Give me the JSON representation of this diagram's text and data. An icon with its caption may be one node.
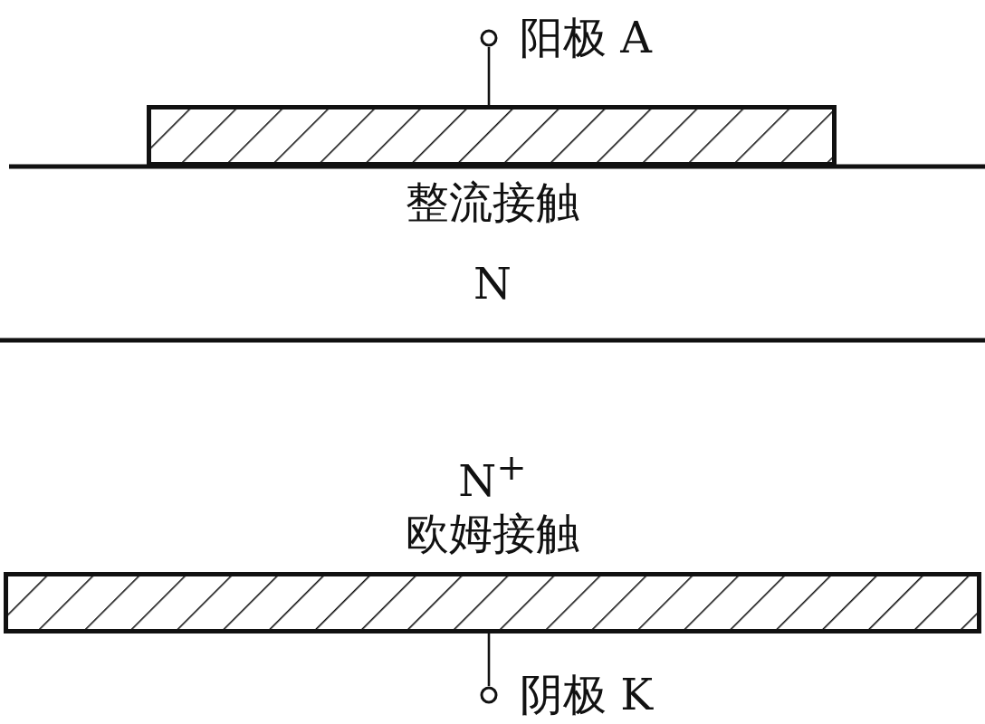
{
  "diagram": {
    "nodes": [
      {
        "text": [],
        "shape": "circle",
        "beside": [
          "阳极 A"
        ]
      },
      {
        "text": [],
        "shape": "box"
      },
      {
        "text": [],
        "shape": "box"
      },
      {
        "text": [],
        "shape": "circle",
        "beside": [
          "阴极 K"
        ]
      }
    ],
    "edges": [
      {
        "from": 0,
        "to": 1,
        "arrow": "none"
      },
      {
        "from": 2,
        "to": 3,
        "arrow": "none"
      }
    ],
    "labels": [
      "整流接触",
      "N",
      "N$^{+}$",
      "欧姆接触"
    ]
  }
}
